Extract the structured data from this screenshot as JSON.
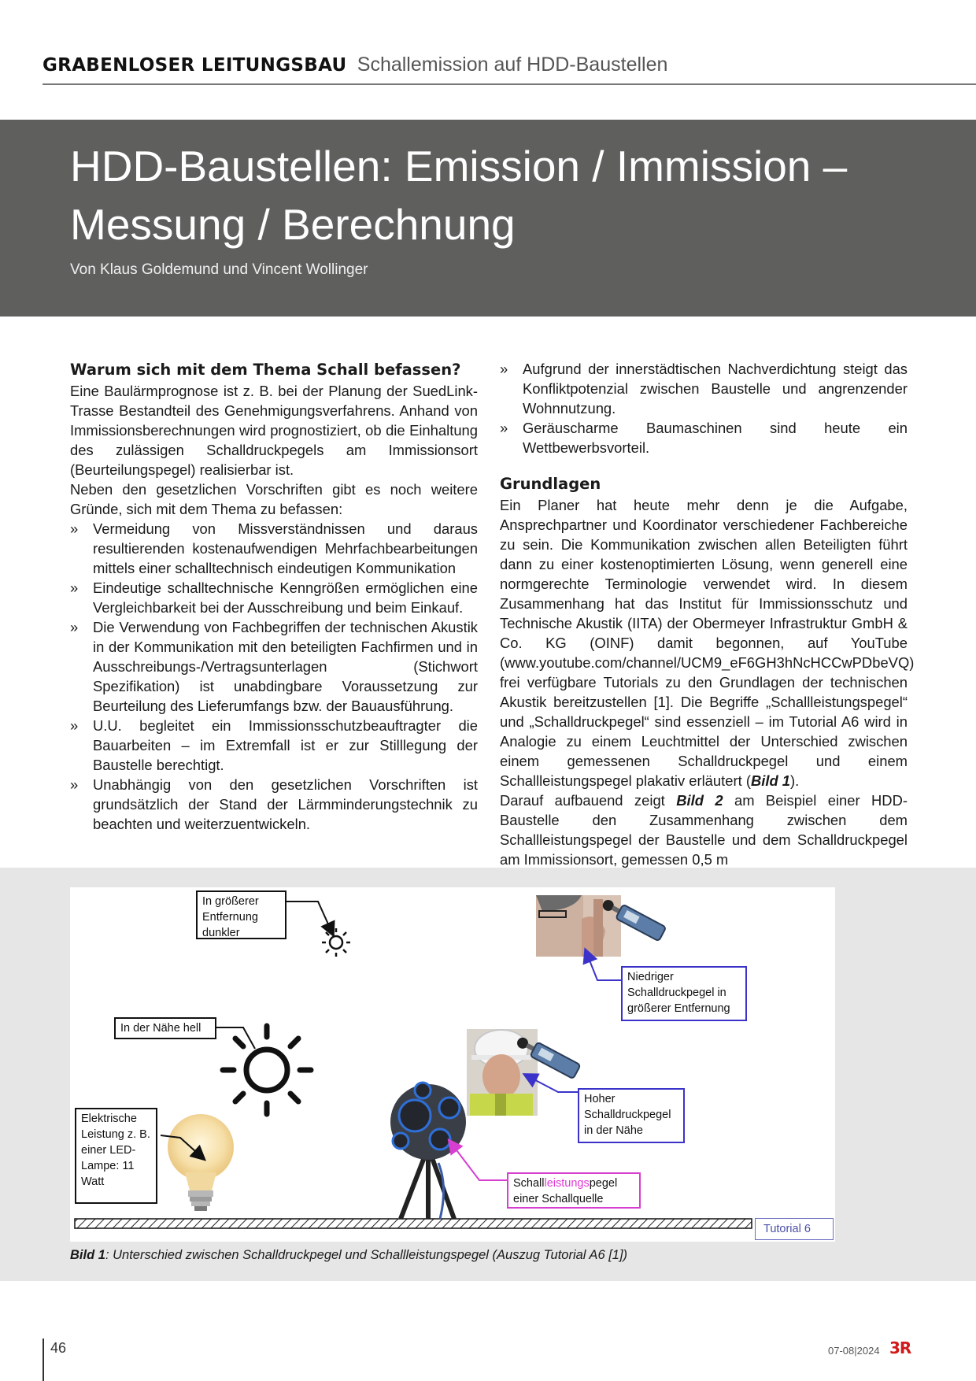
{
  "header": {
    "section": "GRABENLOSER LEITUNGSBAU",
    "topic": "Schallemission auf HDD-Baustellen"
  },
  "article": {
    "title_line1": "HDD-Baustellen: Emission / Immission –",
    "title_line2": "Messung / Berechnung",
    "authors": "Von Klaus Goldemund und Vincent Wollinger"
  },
  "left_column": {
    "heading": "Warum sich mit dem Thema Schall befassen?",
    "para1": "Eine Baulärmprognose ist z. B. bei der Planung der SuedLink-Trasse Bestandteil des Genehmigungsverfahrens. Anhand von Immissionsberechnungen wird prognostiziert, ob die Einhaltung des zulässigen Schalldruckpegels am Immissionsort (Beurteilungspegel) realisierbar ist.",
    "para2": "Neben den gesetzlichen Vorschriften gibt es noch weitere Gründe, sich mit dem Thema zu befassen:",
    "bullets": [
      "Vermeidung von Missverständnissen und daraus resultierenden kostenaufwendigen Mehrfachbearbeitungen mittels einer schalltechnisch eindeutigen Kommunikation",
      "Eindeutige schalltechnische Kenngrößen ermöglichen eine Vergleichbarkeit bei der Ausschreibung und beim Einkauf.",
      "Die Verwendung von Fachbegriffen der technischen Akustik in der Kommunikation mit den beteiligten Fachfirmen und in Ausschreibungs-/Vertragsunterlagen (Stichwort Spezifikation) ist unabdingbare Voraussetzung zur Beurteilung des Lieferumfangs bzw. der Bauausführung.",
      "U.U. begleitet ein Immissionsschutzbeauftragter die Bauarbeiten – im Extremfall ist er zur Stilllegung der Baustelle berechtigt.",
      "Unabhängig von den gesetzlichen Vorschriften ist grundsätzlich der Stand der Lärmminderungstechnik zu beachten und weiterzuentwickeln."
    ]
  },
  "right_column": {
    "bullets": [
      "Aufgrund der innerstädtischen Nachverdichtung steigt das Konfliktpotenzial zwischen Baustelle und angrenzender Wohnnutzung.",
      "Geräuscharme Baumaschinen sind heute ein Wettbewerbsvorteil."
    ],
    "heading": "Grundlagen",
    "para1": "Ein Planer hat heute mehr denn je die Aufgabe, Ansprechpartner und Koordinator verschiedener Fachbereiche zu sein. Die Kommunikation zwischen allen Beteiligten führt dann zu einer kostenoptimierten Lösung, wenn generell eine normgerechte Terminologie verwendet wird. In diesem Zusammenhang hat das Institut für Immissionsschutz und Technische Akustik (IITA) der Obermeyer Infrastruktur GmbH & Co. KG (OINF) damit begonnen, auf YouTube (www.youtube.com/channel/UCM9_eF6GH3hNcHCCwPDbeVQ) frei verfügbare Tutorials zu den Grundlagen der technischen Akustik bereitzustellen [1]. Die Begriffe „Schallleistungspegel“ und „Schalldruckpegel“ sind essenziell – im Tutorial A6 wird in Analogie zu einem Leuchtmittel der Unterschied zwischen einem gemessenen Schalldruckpegel und einem Schallleistungspegel plakativ erläutert (",
    "para1_ref": "Bild 1",
    "para1_end": ").",
    "para2_start": "Darauf aufbauend zeigt ",
    "para2_ref": "Bild 2",
    "para2_rest": " am Beispiel einer HDD-Baustelle den Zusammenhang zwischen dem Schallleistungspegel der Baustelle und dem Schalldruckpegel am Immissionsort, gemessen 0,5 m"
  },
  "figure": {
    "label_far_dark": "In größerer Entfernung dunkler",
    "label_near_bright": "In der Nähe hell",
    "label_power": "Elektrische Leistung z. B. einer LED-Lampe: 11 Watt",
    "label_low_spl": "Niedriger Schalldruckpegel in größerer Entfernung",
    "label_high_spl": "Hoher Schalldruckpegel in der Nähe",
    "label_swl_a": "Schall",
    "label_swl_b": "leistungs",
    "label_swl_c": "pegel",
    "label_swl_d": "einer Schallquelle",
    "tutorial_tag": "Tutorial 6",
    "colors": {
      "blue": "#3b33c9",
      "magenta": "#d63fd0",
      "band": "#5f5f5e"
    }
  },
  "caption": {
    "ref": "Bild 1",
    "text": ": Unterschied zwischen Schalldruckpegel und Schallleistungspegel (Auszug Tutorial A6 [1])"
  },
  "footer": {
    "page": "46",
    "issue": "07-08|2024",
    "logo": "3R"
  }
}
